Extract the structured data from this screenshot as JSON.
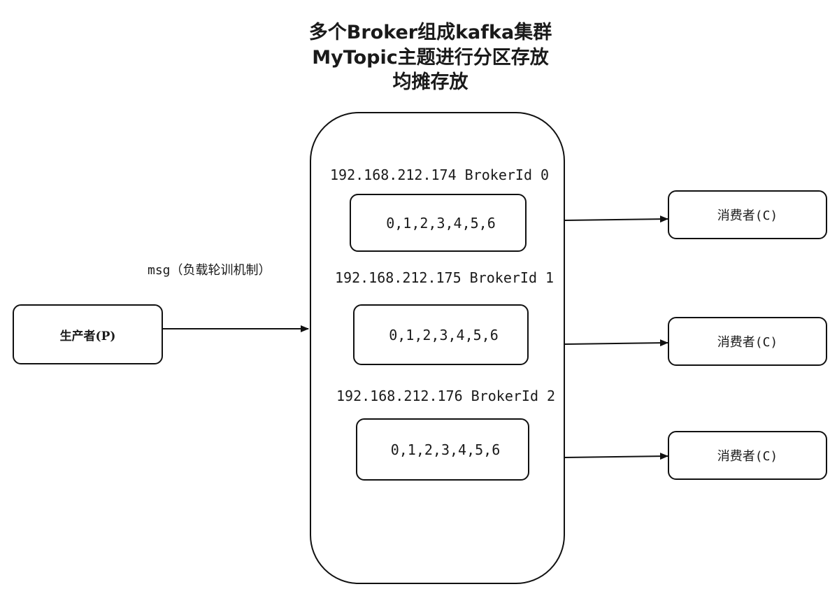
{
  "title": {
    "line1": "多个Broker组成kafka集群",
    "line2": "MyTopic主题进行分区存放",
    "line3": "均摊存放"
  },
  "producer": {
    "label": "生产者(P)"
  },
  "message": {
    "label": "msg（负载轮训机制）"
  },
  "brokers": [
    {
      "label": "192.168.212.174 BrokerId 0",
      "partitions": "0,1,2,3,4,5,6"
    },
    {
      "label": "192.168.212.175 BrokerId 1",
      "partitions": "0,1,2,3,4,5,6"
    },
    {
      "label": "192.168.212.176 BrokerId 2",
      "partitions": "0,1,2,3,4,5,6"
    }
  ],
  "consumers": [
    {
      "label": "消费者(C)"
    },
    {
      "label": "消费者(C)"
    },
    {
      "label": "消费者(C)"
    }
  ]
}
